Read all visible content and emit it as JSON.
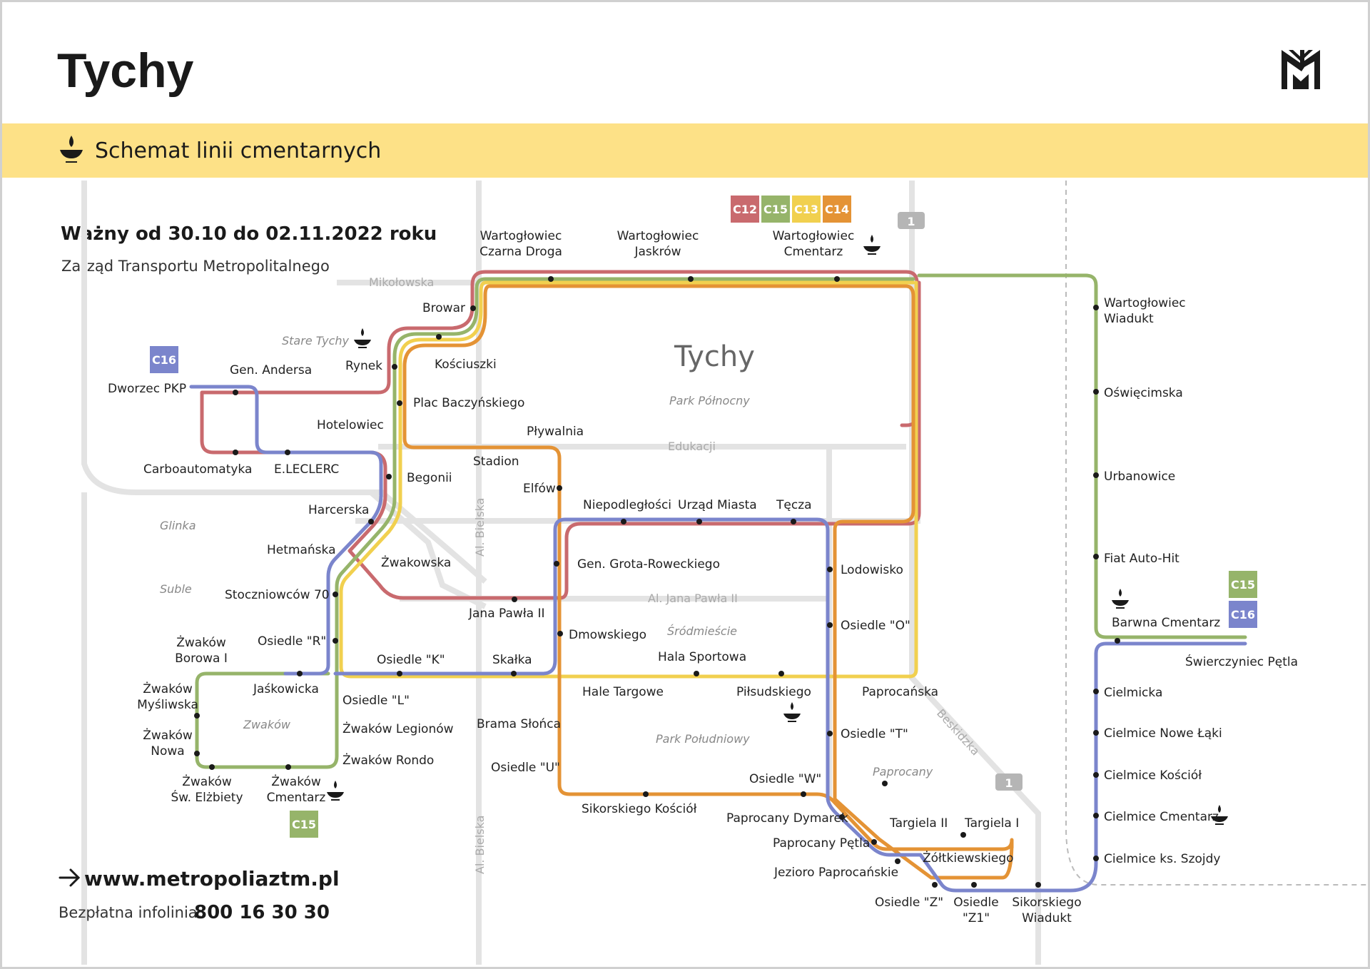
{
  "header": {
    "city": "Tychy",
    "subtitle": "Schemat linii cmentarnych"
  },
  "validity": "Ważny od 30.10 do 02.11.2022 roku",
  "operator": "Zarząd Transportu Metropolitalnego",
  "footer": {
    "website": "www.metropoliaztm.pl",
    "infoline_label": "Bezpłatna infolinia:",
    "infoline_number": "800 16 30 30"
  },
  "center_label": "Tychy",
  "colors": {
    "banner": "#fde187",
    "C12": "#c96a6e",
    "C13": "#f1d04f",
    "C14": "#e49335",
    "C15": "#96b46a",
    "C16": "#7b85cc",
    "street": "#e3e3e3",
    "road_badge": "#b5b5b5"
  },
  "icons": [
    "metropolia-logo-icon",
    "candle-icon",
    "arrow-right-icon"
  ],
  "legend_badges": [
    "C12",
    "C15",
    "C13",
    "C14"
  ],
  "line_badges": {
    "c16_west": "C16",
    "c15_zwakow": "C15",
    "c15_east": "C15",
    "c16_east": "C16"
  },
  "road_badges": [
    "1",
    "1"
  ],
  "streets": [
    "Mikołowska",
    "Edukacji",
    "Al. Jana Pawła II",
    "Al. Bielska",
    "Al. Bielska",
    "Beskidzka"
  ],
  "districts": [
    "Stare Tychy",
    "Park Północny",
    "Glinka",
    "Suble",
    "Śródmieście",
    "Zwaków",
    "Park Południowy",
    "Paprocany"
  ],
  "stops": [
    "Wartogłowiec\nCzarna Droga",
    "Wartogłowiec\nJaskrów",
    "Wartogłowiec\nCmentarz",
    "Browar",
    "Kościuszki",
    "Rynek",
    "Plac Baczyńskiego",
    "Gen. Andersa",
    "Dworzec PKP",
    "Hotelowiec",
    "Pływalnia",
    "Stadion",
    "Carboautomatyka",
    "E.LECLERC",
    "Begonii",
    "Elfów",
    "Harcerska",
    "Niepodległości",
    "Urząd Miasta",
    "Tęcza",
    "Hetmańska",
    "Żwakowska",
    "Gen. Grota-Roweckiego",
    "Lodowisko",
    "Stoczniowców 70",
    "Jana Pawła II",
    "Osiedle \"R\"",
    "Żwaków\nBorowa I",
    "Dmowskiego",
    "Osiedle \"O\"",
    "Osiedle \"K\"",
    "Skałka",
    "Hala Sportowa",
    "Żwaków\nMyśliwska",
    "Jaśkowicka",
    "Osiedle \"L\"",
    "Hale Targowe",
    "Piłsudskiego",
    "Paprocańska",
    "Żwaków\nNowa",
    "Żwaków Legionów",
    "Brama Słońca",
    "Osiedle \"T\"",
    "Żwaków Rondo",
    "Osiedle \"U\"",
    "Żwaków\nŚw. Elżbiety",
    "Żwaków\nCmentarz",
    "Osiedle \"W\"",
    "Sikorskiego Kościół",
    "Paprocany Dymarek",
    "Targiela II",
    "Targiela I",
    "Paprocany Pętla",
    "Żółtkiewskiego",
    "Jezioro Paprocańskie",
    "Osiedle \"Z\"",
    "Osiedle\n\"Z1\"",
    "Sikorskiego\nWiadukt",
    "Wartogłowiec\nWiadukt",
    "Oświęcimska",
    "Urbanowice",
    "Fiat Auto-Hit",
    "Barwna Cmentarz",
    "Świerczyniec Pętla",
    "Cielmicka",
    "Cielmice Nowe Łąki",
    "Cielmice Kościół",
    "Cielmice Cmentarz",
    "Cielmice ks. Szojdy"
  ]
}
